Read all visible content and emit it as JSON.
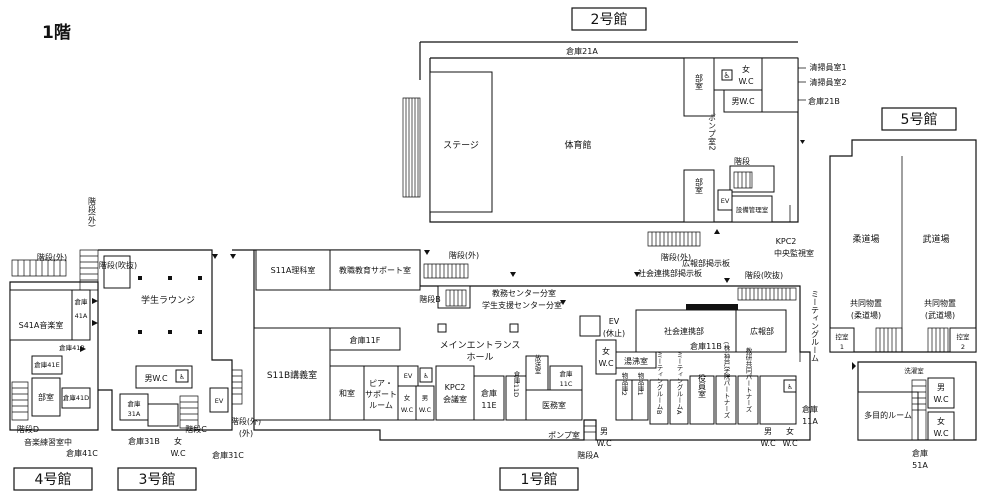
{
  "floor_label": "1階",
  "building_tags": {
    "b2": "2号館",
    "b5": "5号館",
    "b4": "4号館",
    "b3": "3号館",
    "b1": "1号館"
  },
  "rooms": {
    "storage21A": "倉庫21A",
    "stage": "ステージ",
    "gym": "体育館",
    "bu_top": "部室",
    "women_wc_2": "女",
    "wc": "W.C",
    "men_wc_2": "男W.C",
    "janitor1": "清掃員室1",
    "janitor2": "清掃員室2",
    "storage21B": "倉庫21B",
    "pump_room2": "ポンプ室2",
    "stairs": "階段",
    "bu_bottom": "部室",
    "ev": "EV",
    "facility_mgmt": "設備管理室",
    "kpc2_monitor_1": "KPC2",
    "kpc2_monitor_2": "中央監視室",
    "stairs_outside_2": "階段(外)",
    "pr_board": "広報部掲示板",
    "social_board": "社会連携部掲示板",
    "stairs_atrium_1": "階段(吹抜)",
    "judo": "柔道場",
    "budo": "武道場",
    "shared_storage_judo_1": "共同物置",
    "shared_storage_judo_2": "(柔道場)",
    "shared_storage_budo_1": "共同物置",
    "shared_storage_budo_2": "(武道場)",
    "hikae1_a": "控室",
    "hikae1_b": "1",
    "hikae2_a": "控室",
    "hikae2_b": "2",
    "stairs_outside_top": "階段(外)",
    "stairs_outside_vertical": "階段(外)",
    "s41a": "S41A音楽室",
    "storage41A_1": "倉庫",
    "storage41A_2": "41A",
    "storage41B": "倉庫41B",
    "storage41E": "倉庫41E",
    "bu_4": "部室",
    "storage41D": "倉庫41D",
    "stairs_atrium_2": "階段(吹抜)",
    "student_lounge": "学生ラウンジ",
    "s11a": "S11A理科室",
    "teacher_support": "教職教育サポート室",
    "stairs_outside_mid": "階段(外)",
    "stairs_b": "階段B",
    "kyomu_1": "教務センター分室",
    "kyomu_2": "学生支援センター分室",
    "ev_stop_1": "EV",
    "ev_stop_2": "(休止)",
    "social_dept": "社会連携部",
    "pr_dept": "広報部",
    "storage11F": "倉庫11F",
    "main_entrance_1": "メインエントランス",
    "main_entrance_2": "ホール",
    "storage11B": "倉庫11B",
    "meeting_room_label": "ミーティングルーム",
    "yutouki": "湯沸室",
    "s11b": "S11B講義室",
    "washitsu": "和室",
    "peer_1": "ピア・",
    "peer_2": "サポート",
    "peer_3": "ルーム",
    "ev3": "EV",
    "women_short": "女",
    "men_short": "男",
    "kpc2_meeting_1": "KPC2",
    "kpc2_meeting_2": "会議室",
    "storage11E_1": "倉庫",
    "storage11E_2": "11E",
    "storage11D": "倉庫11D",
    "broadcast": "放送室",
    "storage11C_1": "倉庫",
    "storage11C_2": "11C",
    "medical": "医務室",
    "women_wc_1": "女",
    "storage_m2": "物品庫2",
    "storage_m1": "物品庫1",
    "meeting_b": "ミーティングルームB",
    "meeting_a": "ミーティングルームA",
    "officer_room": "役員室",
    "partners_room": "(株)神戸学院パートナーズ",
    "partners_shared": "教研共同パートナーズ",
    "storage11A_1": "倉庫",
    "storage11A_2": "11A",
    "multipurpose": "多目的ルーム",
    "washing": "洗濯室",
    "men_wc_5": "男",
    "women_wc_5": "女",
    "storage51A_1": "倉庫",
    "storage51A_2": "51A",
    "men_wc_3": "男W.C",
    "storage31A_1": "倉庫",
    "storage31A_2": "31A",
    "storage31B": "倉庫31B",
    "stairs_c": "階段C",
    "storage31C": "倉庫31C",
    "ev_3b": "EV",
    "stairs_outside_3": "階段(外)",
    "stairs_d": "階段D",
    "music_practice": "音楽練習室中",
    "storage41C": "倉庫41C",
    "pump_room": "ポンプ室",
    "stairs_a": "階段A",
    "men_wc_1": "男",
    "men_wc_1b": "男",
    "women_wc_1b": "女"
  },
  "colors": {
    "line": "#111111",
    "background": "#ffffff"
  }
}
